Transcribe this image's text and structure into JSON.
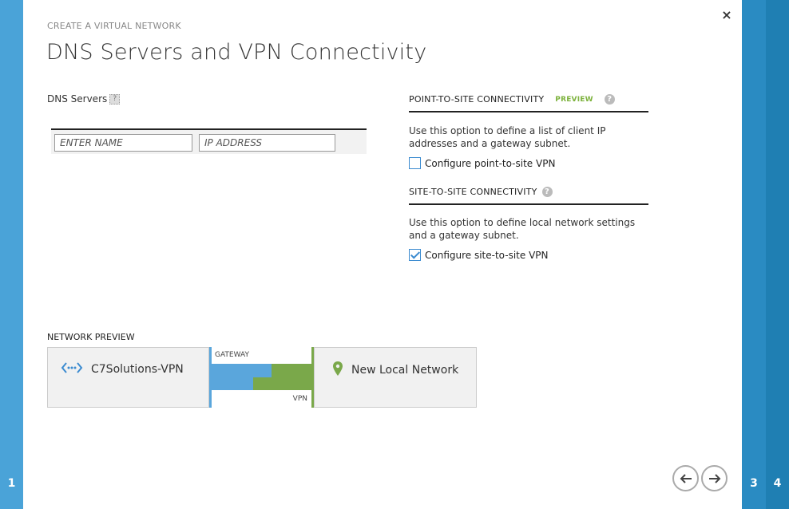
{
  "wizard": {
    "eyebrow": "CREATE A VIRTUAL NETWORK",
    "title": "DNS Servers and VPN Connectivity",
    "close_glyph": "×",
    "steps": {
      "left": "1",
      "right_a": "3",
      "right_b": "4"
    }
  },
  "dns": {
    "label": "DNS Servers",
    "name_placeholder": "ENTER NAME",
    "ip_placeholder": "IP ADDRESS"
  },
  "point_to_site": {
    "heading": "POINT-TO-SITE CONNECTIVITY",
    "badge": "PREVIEW",
    "description": "Use this option to define a list of client IP addresses and a gateway subnet.",
    "checkbox_label": "Configure point-to-site VPN",
    "checked": false
  },
  "site_to_site": {
    "heading": "SITE-TO-SITE CONNECTIVITY",
    "description": "Use this option to define local network settings and a gateway subnet.",
    "checkbox_label": "Configure site-to-site VPN",
    "checked": true
  },
  "network_preview": {
    "label": "NETWORK PREVIEW",
    "virtual_network": "C7Solutions-VPN",
    "gateway_label": "GATEWAY",
    "vpn_label": "VPN",
    "local_network": "New Local Network"
  },
  "icons": {
    "help": "question-icon",
    "vnet": "network-icon",
    "local": "location-pin-icon",
    "back": "back-arrow-icon",
    "next": "forward-arrow-icon"
  },
  "colors": {
    "step_left": "#4aa3d8",
    "step_right": "#2a8bc2",
    "accent_blue": "#3b8bd0",
    "preview_green": "#7db23d",
    "gateway_blue": "#5aa6dc",
    "vpn_green": "#7aa84a"
  }
}
